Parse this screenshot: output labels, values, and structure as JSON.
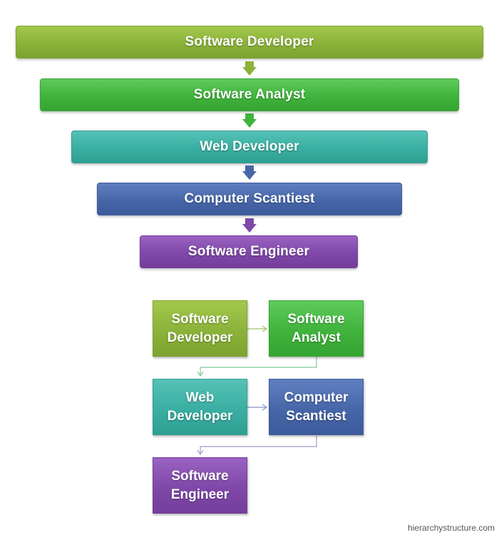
{
  "pyramid": {
    "levels": [
      {
        "label": "Software Developer",
        "color": "#8bb23a",
        "arrow_color": "#8bb23a"
      },
      {
        "label": "Software Analyst",
        "color": "#40b33c",
        "arrow_color": "#40b33c"
      },
      {
        "label": "Web Developer",
        "color": "#3aaea2",
        "arrow_color": "#4766a8"
      },
      {
        "label": "Computer Scantiest",
        "color": "#4766a8",
        "arrow_color": "#7f48a8"
      },
      {
        "label": "Software Engineer",
        "color": "#7f48a8"
      }
    ]
  },
  "flow": {
    "boxes": [
      {
        "label": "Software\nDeveloper"
      },
      {
        "label": "Software\nAnalyst"
      },
      {
        "label": "Web\nDeveloper"
      },
      {
        "label": "Computer\nScantiest"
      },
      {
        "label": "Software\nEngineer"
      }
    ],
    "connector_colors": [
      "#9cc56a",
      "#7fc89a",
      "#7f95c8",
      "#a698c8"
    ]
  },
  "watermark": "hierarchystructure.com"
}
